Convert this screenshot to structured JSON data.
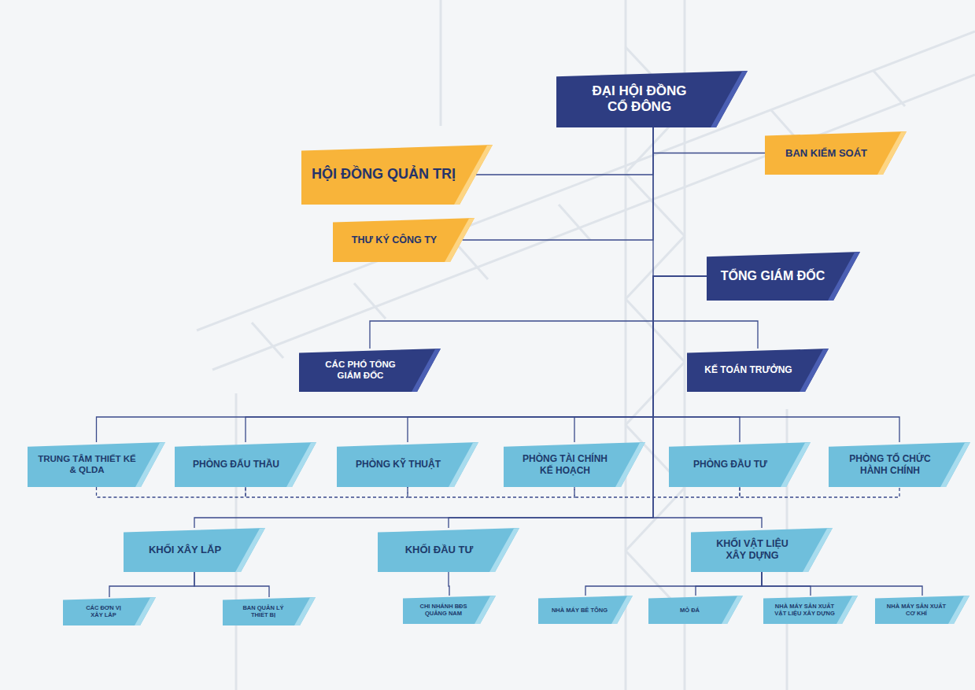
{
  "diagram": {
    "nodes": [
      {
        "text": [
          "ĐẠI HỘI ĐỒNG CỔ ĐÔNG"
        ]
      },
      {
        "text": [
          "BAN KIỂM SOÁT"
        ]
      },
      {
        "text": [
          "HỘI ĐỒNG QUẢN TRỊ"
        ]
      },
      {
        "text": [
          "THƯ KÝ CÔNG TY"
        ]
      },
      {
        "text": [
          "TỔNG GIÁM ĐỐC"
        ]
      },
      {
        "text": [
          "CÁC PHÓ TỔNG GIÁM ĐỐC"
        ]
      },
      {
        "text": [
          "KẾ TOÁN TRƯỞNG"
        ]
      },
      {
        "text": [
          "TRUNG TÂM THIẾT KẾ & QLDA"
        ]
      },
      {
        "text": [
          "PHÒNG ĐẤU THẦU"
        ]
      },
      {
        "text": [
          "PHÒNG KỸ THUẬT"
        ]
      },
      {
        "text": [
          "PHÒNG TÀI CHÍNH KẾ HOẠCH"
        ]
      },
      {
        "text": [
          "PHÒNG ĐẦU TƯ"
        ]
      },
      {
        "text": [
          "PHÒNG TỔ CHỨC HÀNH CHÍNH"
        ]
      },
      {
        "text": [
          "KHỐI XÂY LẮP"
        ]
      },
      {
        "text": [
          "KHỐI ĐẦU TƯ"
        ]
      },
      {
        "text": [
          "KHỐI VẬT LIỆU XÂY DỰNG"
        ]
      },
      {
        "text": [
          "CÁC ĐƠN VỊ XÂY LẮP"
        ]
      },
      {
        "text": [
          "BAN QUẢN LÝ THIẾT BỊ"
        ]
      },
      {
        "text": [
          "CHI NHÁNH BĐS QUẢNG NAM"
        ]
      },
      {
        "text": [
          "NHÀ MÁY BÊ TÔNG"
        ]
      },
      {
        "text": [
          "MỎ ĐÁ"
        ]
      },
      {
        "text": [
          "NHÀ MÁY SẢN XUẤT VẬT LIỆU XÂY DỰNG"
        ]
      },
      {
        "text": [
          "NHÀ MÁY SẢN XUẤT CƠ KHÍ"
        ]
      }
    ],
    "edges": [
      {
        "from": 0,
        "to": 1,
        "arrow": "none"
      },
      {
        "from": 0,
        "to": 2,
        "arrow": "none"
      },
      {
        "from": 0,
        "to": 3,
        "arrow": "none"
      },
      {
        "from": 0,
        "to": 4,
        "arrow": "none"
      },
      {
        "from": 4,
        "to": 5,
        "arrow": "none"
      },
      {
        "from": 4,
        "to": 6,
        "arrow": "none"
      },
      {
        "from": 4,
        "to": 7,
        "arrow": "none"
      },
      {
        "from": 4,
        "to": 8,
        "arrow": "none"
      },
      {
        "from": 4,
        "to": 9,
        "arrow": "none"
      },
      {
        "from": 4,
        "to": 10,
        "arrow": "none"
      },
      {
        "from": 4,
        "to": 11,
        "arrow": "none"
      },
      {
        "from": 4,
        "to": 12,
        "arrow": "none"
      },
      {
        "from": 4,
        "to": 13,
        "arrow": "none"
      },
      {
        "from": 4,
        "to": 14,
        "arrow": "none"
      },
      {
        "from": 4,
        "to": 15,
        "arrow": "none"
      },
      {
        "from": 13,
        "to": 16,
        "arrow": "none"
      },
      {
        "from": 13,
        "to": 17,
        "arrow": "none"
      },
      {
        "from": 14,
        "to": 18,
        "arrow": "none"
      },
      {
        "from": 15,
        "to": 19,
        "arrow": "none"
      },
      {
        "from": 15,
        "to": 20,
        "arrow": "none"
      },
      {
        "from": 15,
        "to": 21,
        "arrow": "none"
      },
      {
        "from": 15,
        "to": 22,
        "arrow": "none"
      },
      {
        "from": 7,
        "to": 8,
        "arrow": "none"
      },
      {
        "from": 8,
        "to": 9,
        "arrow": "none"
      },
      {
        "from": 9,
        "to": 10,
        "arrow": "none"
      },
      {
        "from": 10,
        "to": 11,
        "arrow": "none"
      },
      {
        "from": 11,
        "to": 12,
        "arrow": "none"
      }
    ]
  }
}
